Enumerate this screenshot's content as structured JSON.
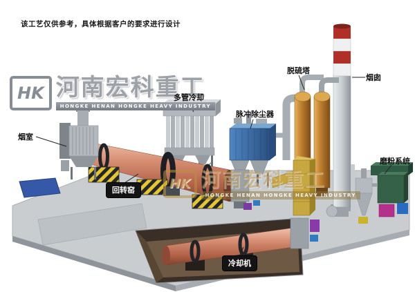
{
  "disclaimer": "该工艺仅供参考，具体根据客户的要求进行设计",
  "watermark": {
    "logo": "HK",
    "company_cn": "河南宏科重工",
    "company_en": "HONGKE HENAN HONGKE HEAVY INDUSTRY"
  },
  "labels": {
    "smoke_chamber": "烟室",
    "multi_tube_cooler": "多管冷却",
    "pulse_dust_collector": "脉冲除尘器",
    "desulfurization_tower": "脱硫塔",
    "chimney": "烟囱",
    "grinding_system": "磨粉系统",
    "rotary_kiln": "回转窑",
    "cooling_machine": "冷却机"
  },
  "colors": {
    "kiln_shell": "#d08a70",
    "dust_collector_blue": "#3f71a8",
    "desulfurization_tower_orange": "#c08030",
    "chimney_stripe_red": "#b03028",
    "platform_gray": "#c9cdd0",
    "grinding_green": "#356148",
    "hazard_yellow": "#e3c630",
    "mat_blue": "#3558a8"
  }
}
